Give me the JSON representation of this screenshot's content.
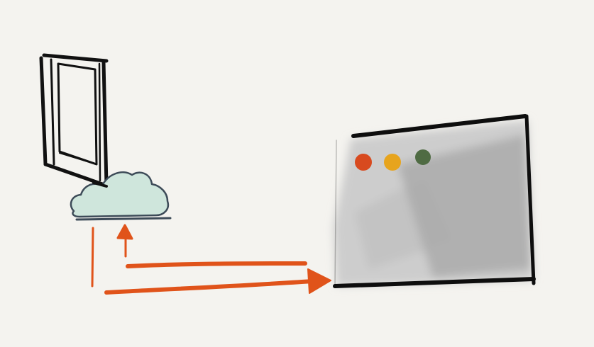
{
  "diagram": {
    "nodes": [
      {
        "id": "phone",
        "kind": "device",
        "icon": "mobile-device-icon"
      },
      {
        "id": "cloud",
        "kind": "service",
        "icon": "cloud-icon",
        "fill": "#cfe6dc",
        "stroke": "#3d4b58"
      },
      {
        "id": "window",
        "kind": "desktop-app",
        "icon": "app-window-icon",
        "fill": "#cdcdcd",
        "traffic_lights": [
          "#d84a1f",
          "#e7a41d",
          "#4f6b43"
        ]
      }
    ],
    "edges": [
      {
        "from": "phone",
        "to": "cloud",
        "color": "#e0531a"
      },
      {
        "from": "window",
        "to": "cloud",
        "color": "#e0531a"
      },
      {
        "from": "phone",
        "to": "window",
        "color": "#e0531a"
      }
    ]
  }
}
